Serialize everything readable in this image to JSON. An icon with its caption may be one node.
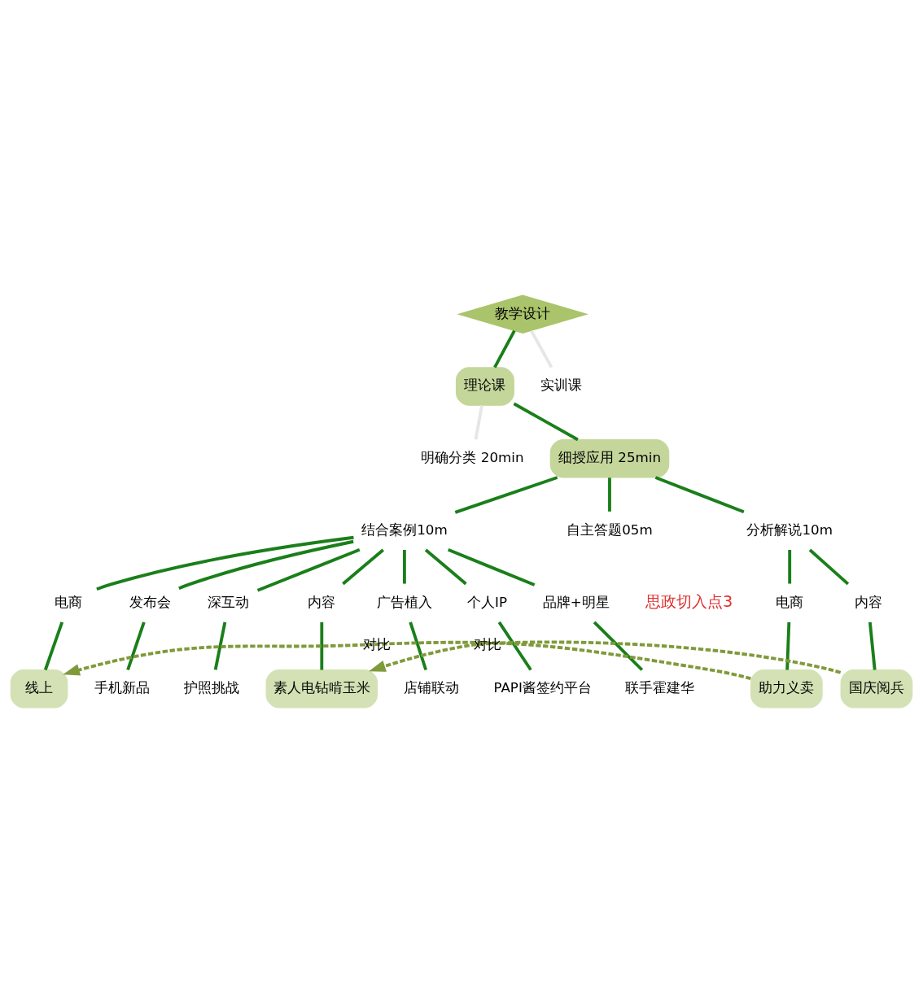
{
  "diagram": {
    "nodes": [
      {
        "text": [
          "教学设计"
        ]
      },
      {
        "text": [
          "理论课"
        ]
      },
      {
        "text": [
          "实训课"
        ]
      },
      {
        "text": [
          "明确分类 20min"
        ]
      },
      {
        "text": [
          "细授应用 25min"
        ]
      },
      {
        "text": [
          "结合案例10m"
        ]
      },
      {
        "text": [
          "自主答题05m"
        ]
      },
      {
        "text": [
          "分析解说10m"
        ]
      },
      {
        "text": [
          "电商"
        ]
      },
      {
        "text": [
          "线上"
        ]
      },
      {
        "text": [
          "发布会"
        ]
      },
      {
        "text": [
          "手机新品"
        ]
      },
      {
        "text": [
          "深互动"
        ]
      },
      {
        "text": [
          "护照挑战"
        ]
      },
      {
        "text": [
          "内容"
        ]
      },
      {
        "text": [
          "素人电钻啃玉米"
        ]
      },
      {
        "text": [
          "广告植入"
        ]
      },
      {
        "text": [
          "店铺联动"
        ]
      },
      {
        "text": [
          "个人IP"
        ]
      },
      {
        "text": [
          "PAPI酱签约平台"
        ]
      },
      {
        "text": [
          "品牌+明星"
        ]
      },
      {
        "text": [
          "联手霍建华"
        ]
      },
      {
        "text": [
          "电商"
        ]
      },
      {
        "text": [
          "助力义卖"
        ]
      },
      {
        "text": [
          "内容"
        ]
      },
      {
        "text": [
          "国庆阅兵"
        ]
      }
    ],
    "edges": [
      {
        "from": 0,
        "to": 1,
        "arrow": "none"
      },
      {
        "from": 0,
        "to": 2,
        "arrow": "none",
        "color": "#e6e6e6"
      },
      {
        "from": 1,
        "to": 3,
        "arrow": "none",
        "color": "#e6e6e6"
      },
      {
        "from": 1,
        "to": 4,
        "arrow": "none"
      },
      {
        "from": 4,
        "to": 5,
        "arrow": "none"
      },
      {
        "from": 4,
        "to": 6,
        "arrow": "none"
      },
      {
        "from": 4,
        "to": 7,
        "arrow": "none"
      },
      {
        "from": 5,
        "to": 8,
        "arrow": "none"
      },
      {
        "from": 8,
        "to": 9,
        "arrow": "none"
      },
      {
        "from": 5,
        "to": 10,
        "arrow": "none"
      },
      {
        "from": 10,
        "to": 11,
        "arrow": "none"
      },
      {
        "from": 5,
        "to": 12,
        "arrow": "none"
      },
      {
        "from": 12,
        "to": 13,
        "arrow": "none"
      },
      {
        "from": 5,
        "to": 14,
        "arrow": "none"
      },
      {
        "from": 14,
        "to": 15,
        "arrow": "none"
      },
      {
        "from": 5,
        "to": 16,
        "arrow": "none"
      },
      {
        "from": 16,
        "to": 17,
        "arrow": "none"
      },
      {
        "from": 5,
        "to": 18,
        "arrow": "none"
      },
      {
        "from": 18,
        "to": 19,
        "arrow": "none"
      },
      {
        "from": 5,
        "to": 20,
        "arrow": "none"
      },
      {
        "from": 20,
        "to": 21,
        "arrow": "none"
      },
      {
        "from": 7,
        "to": 22,
        "arrow": "none"
      },
      {
        "from": 22,
        "to": 23,
        "arrow": "none"
      },
      {
        "from": 7,
        "to": 24,
        "arrow": "none"
      },
      {
        "from": 24,
        "to": 25,
        "arrow": "none"
      },
      {
        "from": 23,
        "to": 9,
        "arrow": "to",
        "label": "对比",
        "style": "dashed",
        "color": "#7f9a3a"
      },
      {
        "from": 25,
        "to": 15,
        "arrow": "to",
        "label": "对比",
        "style": "dashed",
        "color": "#7f9a3a"
      }
    ],
    "labels": [
      "思政切入点3"
    ]
  }
}
